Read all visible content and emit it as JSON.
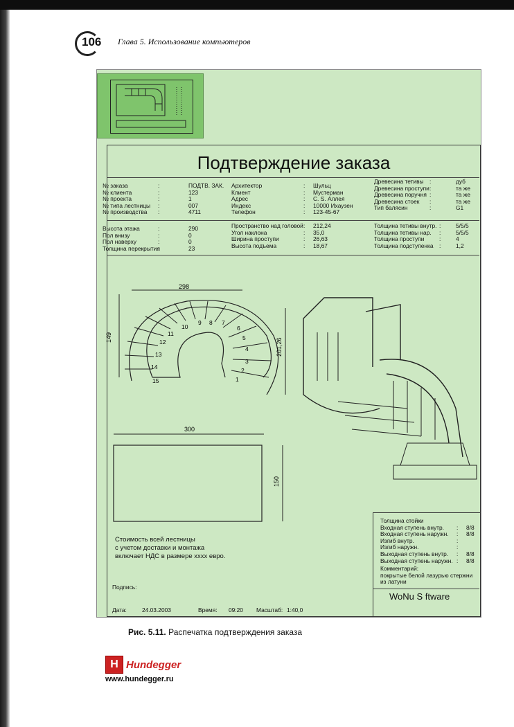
{
  "page_header": {
    "page_number": "106",
    "chapter": "Глава 5. Использование компьютеров"
  },
  "doc_title": "Подтверждение заказа",
  "order": [
    {
      "k": "№ заказа",
      "v": "ПОДТВ. ЗАК."
    },
    {
      "k": "№ клиента",
      "v": "123"
    },
    {
      "k": "№ проекта",
      "v": "1"
    },
    {
      "k": "№ типа лестницы",
      "v": "007"
    },
    {
      "k": "№ производства",
      "v": "4711"
    }
  ],
  "client": [
    {
      "k": "Архитектор",
      "v": "Шульц"
    },
    {
      "k": "Клиент",
      "v": "Мустерман"
    },
    {
      "k": "Адрес",
      "v": "C. S. Аллея"
    },
    {
      "k": "Индекс",
      "v": "10000 Ихаузен"
    },
    {
      "k": "Телефон",
      "v": "123-45-67"
    }
  ],
  "wood": [
    {
      "k": "Древесина тетивы",
      "v": "дуб"
    },
    {
      "k": "Древесина проступи",
      "v": "та же"
    },
    {
      "k": "Древесина поручня",
      "v": "та же"
    },
    {
      "k": "Древесина стоек",
      "v": "та же"
    },
    {
      "k": "Тип балясин",
      "v": "G1"
    }
  ],
  "floor": [
    {
      "k": "Высота этажа",
      "v": "290"
    },
    {
      "k": "Пол внизу",
      "v": "0"
    },
    {
      "k": "Пол наверху",
      "v": "0"
    },
    {
      "k": "Толщина перекрытия",
      "v": "23"
    }
  ],
  "geometry": [
    {
      "k": "Пространство над головой",
      "v": "212,24"
    },
    {
      "k": "Угол наклона",
      "v": "35,0"
    },
    {
      "k": "Ширина проступи",
      "v": "26,63"
    },
    {
      "k": "Высота подъема",
      "v": "18,67"
    }
  ],
  "thick": [
    {
      "k": "Толщина тетивы внутр.",
      "v": "5/5/5"
    },
    {
      "k": "Толщина тетивы нар.",
      "v": "5/5/5"
    },
    {
      "k": "Толщина проступи",
      "v": "4"
    },
    {
      "k": "Толщина подступенка",
      "v": "1,2"
    }
  ],
  "dims": {
    "w298": "298",
    "h149": "149",
    "h201": "201,26",
    "w300": "300",
    "h150": "150"
  },
  "steps": [
    "1",
    "2",
    "3",
    "4",
    "5",
    "6",
    "7",
    "8",
    "9",
    "10",
    "11",
    "12",
    "13",
    "14",
    "15"
  ],
  "cost_lines": [
    "Стоимость всей лестницы",
    "с учетом доставки и монтажа",
    "включает НДС в размере хххх евро."
  ],
  "footer": {
    "sign_label": "Подпись:",
    "date_label": "Дата:",
    "date": "24.03.2003",
    "time_label": "Время:",
    "time": "09:20",
    "scale_label": "Масштаб:",
    "scale": "1:40,0"
  },
  "right_box": {
    "title": "Толщина стойки",
    "rows": [
      {
        "k": "Входная ступень внутр.",
        "v": "8/8"
      },
      {
        "k": "Входная ступень наружн.",
        "v": "8/8"
      },
      {
        "k": "Изгиб внутр.",
        "v": ""
      },
      {
        "k": "Изгиб наружн.",
        "v": ""
      },
      {
        "k": "Выходная ступень внутр.",
        "v": "8/8"
      },
      {
        "k": "Выходная ступень наружн.",
        "v": "8/8"
      }
    ],
    "comment_label": "Комментарий:",
    "comment": [
      "покрытые белой лазурью стержни",
      "из латуни"
    ],
    "software": "WoNu S  ftware"
  },
  "caption": {
    "num": "Рис. 5.11.",
    "text": " Распечатка подтверждения заказа"
  },
  "brand": {
    "name": "Hundegger",
    "url": "www.hundegger.ru"
  },
  "colors": {
    "page_green": "#cde8c3",
    "thumb_green": "#7fc46c",
    "brand_red": "#cc2222"
  }
}
